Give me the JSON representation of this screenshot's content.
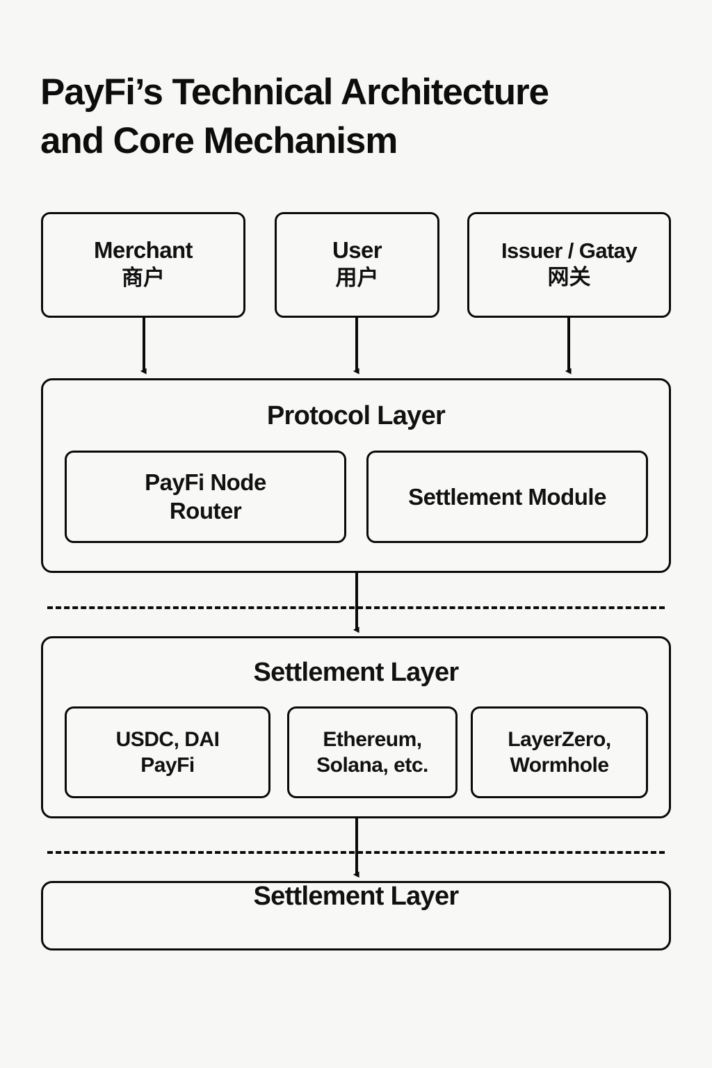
{
  "page": {
    "background_color": "#f7f7f6",
    "ink_color": "#0a0a0a",
    "title": "PayFi’s Technical Architecture\nand Core Mechanism"
  },
  "actors": [
    {
      "id": "merchant",
      "en": "Merchant",
      "zh": "商户"
    },
    {
      "id": "user",
      "en": "User",
      "zh": "用户"
    },
    {
      "id": "issuer",
      "en": "Issuer / Gatay",
      "zh": "网关"
    }
  ],
  "protocol_layer": {
    "title": "Protocol Layer",
    "modules": [
      {
        "id": "node-router",
        "line1": "PayFi Node",
        "line2": "Router"
      },
      {
        "id": "settlement-module",
        "line1": "Settlement Module",
        "line2": ""
      }
    ]
  },
  "settlement_layer": {
    "title": "Settlement Layer",
    "modules": [
      {
        "id": "stablecoins",
        "line1": "USDC, DAI",
        "line2": "PayFi"
      },
      {
        "id": "chains",
        "line1": "Ethereum,",
        "line2": "Solana, etc."
      },
      {
        "id": "bridges",
        "line1": "LayerZero,",
        "line2": "Wormhole"
      }
    ]
  },
  "bottom_layer": {
    "title": "Settlement Layer"
  },
  "connectors": [
    {
      "id": "merchant-to-protocol",
      "from": "merchant",
      "to": "protocol-layer",
      "style": "solid-arrow"
    },
    {
      "id": "user-to-protocol",
      "from": "user",
      "to": "protocol-layer",
      "style": "solid-arrow"
    },
    {
      "id": "issuer-to-protocol",
      "from": "issuer",
      "to": "protocol-layer",
      "style": "solid-arrow"
    },
    {
      "id": "protocol-to-settlement",
      "from": "protocol-layer",
      "to": "settlement-layer",
      "style": "solid-arrow"
    },
    {
      "id": "settlement-to-bottom",
      "from": "settlement-layer",
      "to": "bottom-layer",
      "style": "solid-arrow"
    }
  ],
  "dividers": [
    {
      "id": "divider-protocol-settlement",
      "style": "dashed"
    },
    {
      "id": "divider-settlement-bottom",
      "style": "dashed"
    }
  ]
}
